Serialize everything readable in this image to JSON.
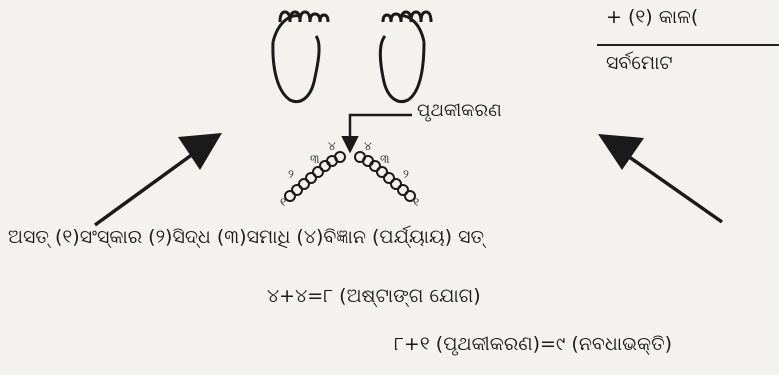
{
  "top_right": {
    "numerator": "+ (୧) କାଳ(",
    "denominator": "ସର୍ବମୋଟ"
  },
  "diagram": {
    "separation_label": "ପୃଥକୀକରଣ",
    "left_chain_digits": [
      "୧",
      "୨",
      "୩",
      "୪"
    ],
    "right_chain_digits": [
      "୪",
      "୩",
      "୨",
      "୧"
    ]
  },
  "text_lines": {
    "line1": "ଅସତ୍ (୧)ସଂସ୍କାର (୨)ସିଦ୍ଧ (୩)ସମାଧି (୪)ବିଜ୍ଞାନ (ପର୍ଯ୍ୟାୟ) ସତ୍",
    "line2": "୪+୪=୮ (ଅଷ୍ଟାଙ୍ଗ ଯୋଗ)",
    "line3": "୮+୧ (ପୃଥକୀକରଣ)=୯ (ନବଧାଭକ୍ତି)"
  }
}
